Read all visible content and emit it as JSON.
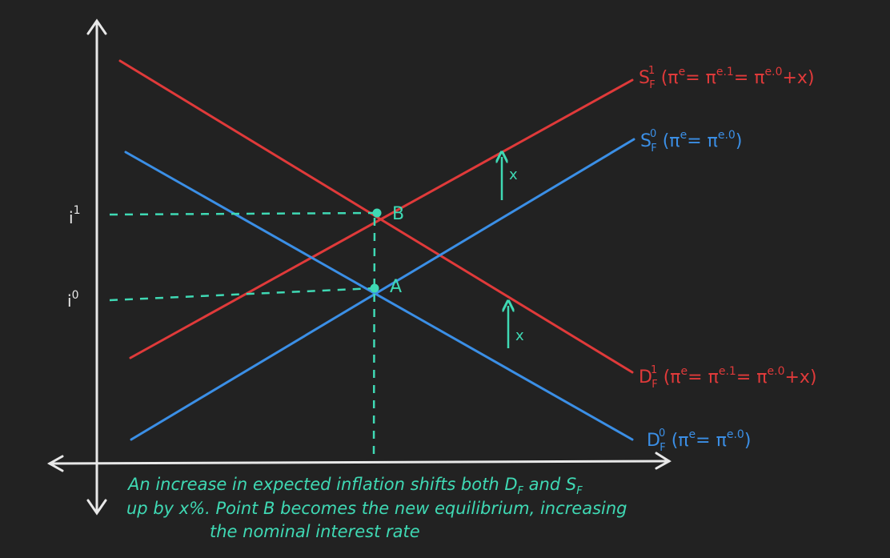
{
  "colors": {
    "background": "#222222",
    "axis": "#e8e8e8",
    "supply_demand_new": "#e03a3a",
    "supply_demand_old": "#3b8fe6",
    "annotation": "#3fd9b4"
  },
  "axes": {
    "y_ticks": [
      {
        "base": "i",
        "sup": "1"
      },
      {
        "base": "i",
        "sup": "0"
      }
    ]
  },
  "curves": {
    "sf1": {
      "main": "S",
      "sup": "1",
      "sub": "F",
      "rest": " (π",
      "e": "e",
      "eq1": "= π",
      "e1": "e.1",
      "eq2": "= π",
      "e0": "e.0",
      "tail": "+x)"
    },
    "sf0": {
      "main": "S",
      "sup": "0",
      "sub": "F",
      "rest": " (π",
      "e": "e",
      "eq1": "= π",
      "e0": "e.0",
      "tail": ")"
    },
    "df1": {
      "main": "D",
      "sup": "1",
      "sub": "F",
      "rest": " (π",
      "e": "e",
      "eq1": "= π",
      "e1": "e.1",
      "eq2": "= π",
      "e0": "e.0",
      "tail": "+x)"
    },
    "df0": {
      "main": "D",
      "sup": "0",
      "sub": "F",
      "rest": " (π",
      "e": "e",
      "eq1": "= π",
      "e0": "e.0",
      "tail": ")"
    }
  },
  "points": {
    "b": "B",
    "a": "A"
  },
  "shifts": {
    "supply_shift_label": "x",
    "demand_shift_label": "x"
  },
  "caption": {
    "line1": "An increase in expected inflation shifts both D",
    "line1_sub1": "F",
    "line1_and": " and S",
    "line1_sub2": "F",
    "line2": "up by  x%. Point B becomes the new equilibrium, increasing",
    "line3": "the nominal interest rate"
  }
}
